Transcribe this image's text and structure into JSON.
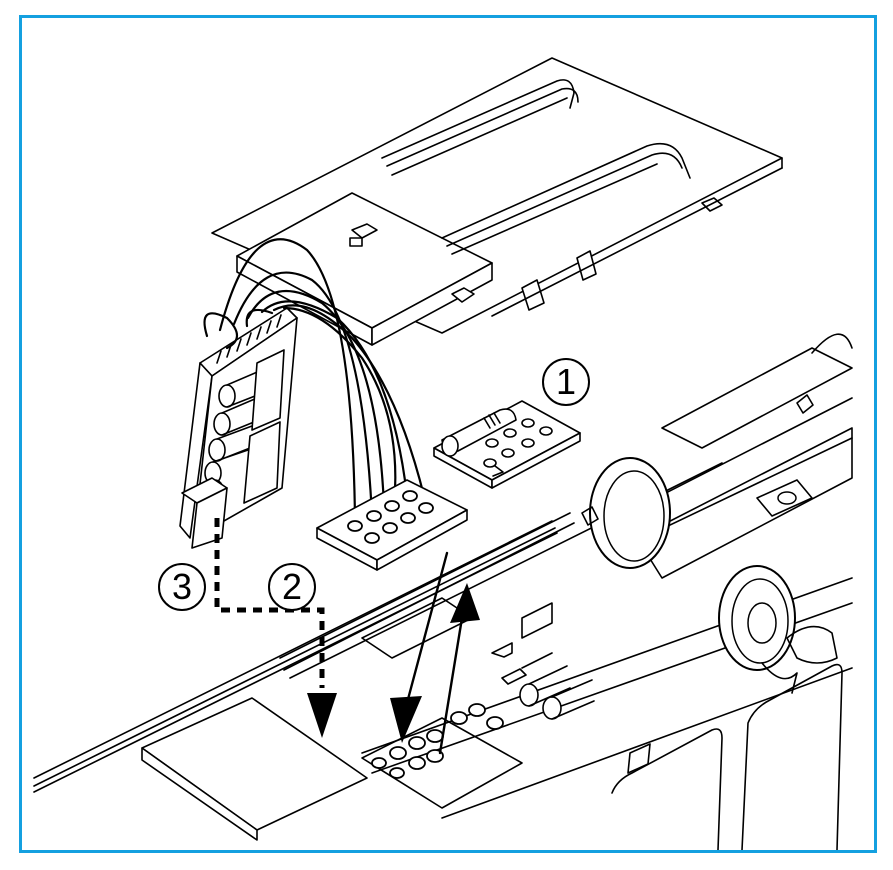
{
  "diagram": {
    "type": "exploded-assembly-illustration",
    "subject": "decoder installation into model locomotive chassis",
    "frame_color": "#14a0e0",
    "line_color": "#000000",
    "background": "#ffffff"
  },
  "callouts": [
    {
      "id": "1",
      "label": "1",
      "points_to": "dummy-plug-board"
    },
    {
      "id": "2",
      "label": "2",
      "points_to": "decoder-plug-board"
    },
    {
      "id": "3",
      "label": "3",
      "points_to": "decoder-module"
    }
  ],
  "components": [
    {
      "name": "chassis-cover-plate",
      "description": "top cover with light guides"
    },
    {
      "name": "decoder-module",
      "description": "decoder circuit board with wired harness"
    },
    {
      "name": "decoder-plug-board",
      "description": "8-pin plug on wire harness"
    },
    {
      "name": "dummy-plug-board",
      "description": "bridge plug with resistor"
    },
    {
      "name": "interface-socket",
      "description": "pin socket on locomotive main board"
    },
    {
      "name": "bogie",
      "description": "motor bogie with wheels"
    }
  ],
  "arrows": [
    {
      "name": "insert-plug-arrow",
      "style": "solid",
      "direction": "down"
    },
    {
      "name": "remove-dummy-arrow",
      "style": "solid",
      "direction": "up"
    },
    {
      "name": "place-decoder-arrow",
      "style": "dashed",
      "direction": "down"
    }
  ]
}
